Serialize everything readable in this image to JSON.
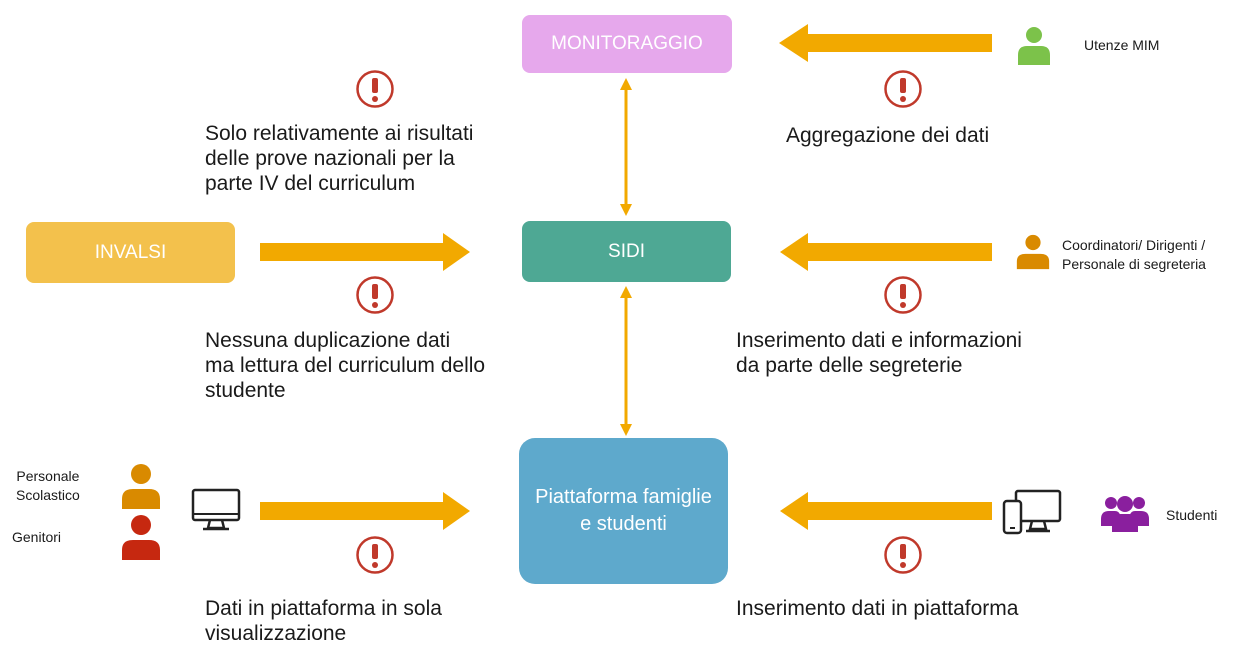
{
  "boxes": {
    "monitoraggio": "MONITORAGGIO",
    "sidi": "SIDI",
    "invalsi": "INVALSI",
    "piattaforma": "Piattaforma famiglie e studenti"
  },
  "notes": {
    "invalsi_results": "Solo relativamente ai risultati\ndelle prove nazionali per la\nparte IV del curriculum",
    "aggregation": "Aggregazione dei dati",
    "no_duplication": "Nessuna duplicazione dati\nma lettura del curriculum dello\nstudente",
    "data_entry_secretary": "Inserimento dati e informazioni\nda parte delle segreterie",
    "view_only": "Dati in piattaforma in sola\nvisualizzazione",
    "platform_entry": "Inserimento dati in piattaforma"
  },
  "actors": {
    "mim_users": "Utenze MIM",
    "coordinators": "Coordinatori/ Dirigenti /\nPersonale di segreteria",
    "school_staff": "Personale\nScolastico",
    "parents": "Genitori",
    "students": "Studenti"
  },
  "colors": {
    "arrow": "#f2a900",
    "alert": "#c0392b",
    "monitoraggio": "#e6a8ec",
    "sidi": "#4ea894",
    "invalsi": "#f3c14c",
    "piattaforma": "#5ea9cc",
    "user_green": "#7cc24a",
    "user_orange": "#d98a00",
    "user_red": "#c62810",
    "group_purple": "#8a1f9e"
  },
  "icons": [
    "user-icon",
    "alert-icon",
    "computer-icon",
    "devices-icon",
    "group-icon"
  ]
}
